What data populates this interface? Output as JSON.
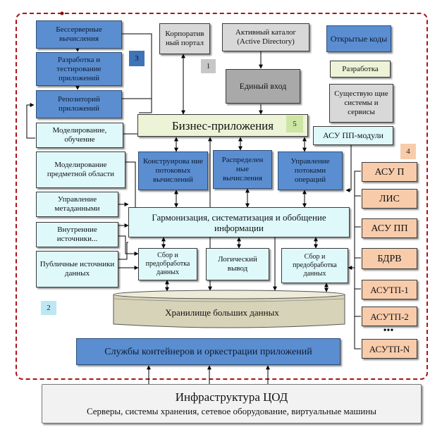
{
  "colors": {
    "blue": "#5b8ed0",
    "cyan": "#dff9fb",
    "gray": "#d8d8d8",
    "dark_gray": "#a9a9a9",
    "cream": "#edf3d6",
    "orange": "#f8ccab",
    "frame": "#a8141a"
  },
  "left": {
    "serverless": "Бессерверные вычисления",
    "dev_test": "Разработка и тестирование приложений",
    "repo": "Репозиторий приложений",
    "modeling_training": "Моделирование, обучение",
    "domain_modeling": "Моделирование предметной области",
    "metadata": "Управление метаданными",
    "internal_sources": "Внутренние источники...",
    "public_sources": "Публичные источники данных"
  },
  "top": {
    "corp_portal": "Корпоратив ный портал",
    "active_directory": "Активный каталог (Active Directory)",
    "sso": "Единый вход"
  },
  "legend": {
    "open_code": "Открытые коды",
    "development": "Разработка",
    "existing": "Существую щие системы и сервисы"
  },
  "center": {
    "business_apps": "Бизнес-приложения",
    "asu_pp_modules": "АСУ ПП-модули",
    "stream_design": "Конструирова ние потоковых вычислений",
    "distributed": "Распределен ные вычисления",
    "ops_mgmt": "Управление потоками операций",
    "harmonization": "Гармонизация, систематизация и обобщение информации",
    "collect_left": "Сбор и предобработка данных",
    "logic": "Логический вывод",
    "collect_right": "Сбор и предобработка данных",
    "storage": "Хранилище больших данных",
    "containers": "Службы контейнеров и оркестрации приложений"
  },
  "right_systems": [
    "АСУ П",
    "ЛИС",
    "АСУ ПП",
    "БДРВ",
    "АСУТП-1",
    "АСУТП-2",
    "АСУТП-N"
  ],
  "ellipsis": "•••",
  "badges": [
    "1",
    "2",
    "3",
    "4",
    "5"
  ],
  "infra": {
    "title": "Инфраструктура ЦОД",
    "subtitle": "Серверы, системы хранения, сетевое оборудование, виртуальные машины"
  }
}
